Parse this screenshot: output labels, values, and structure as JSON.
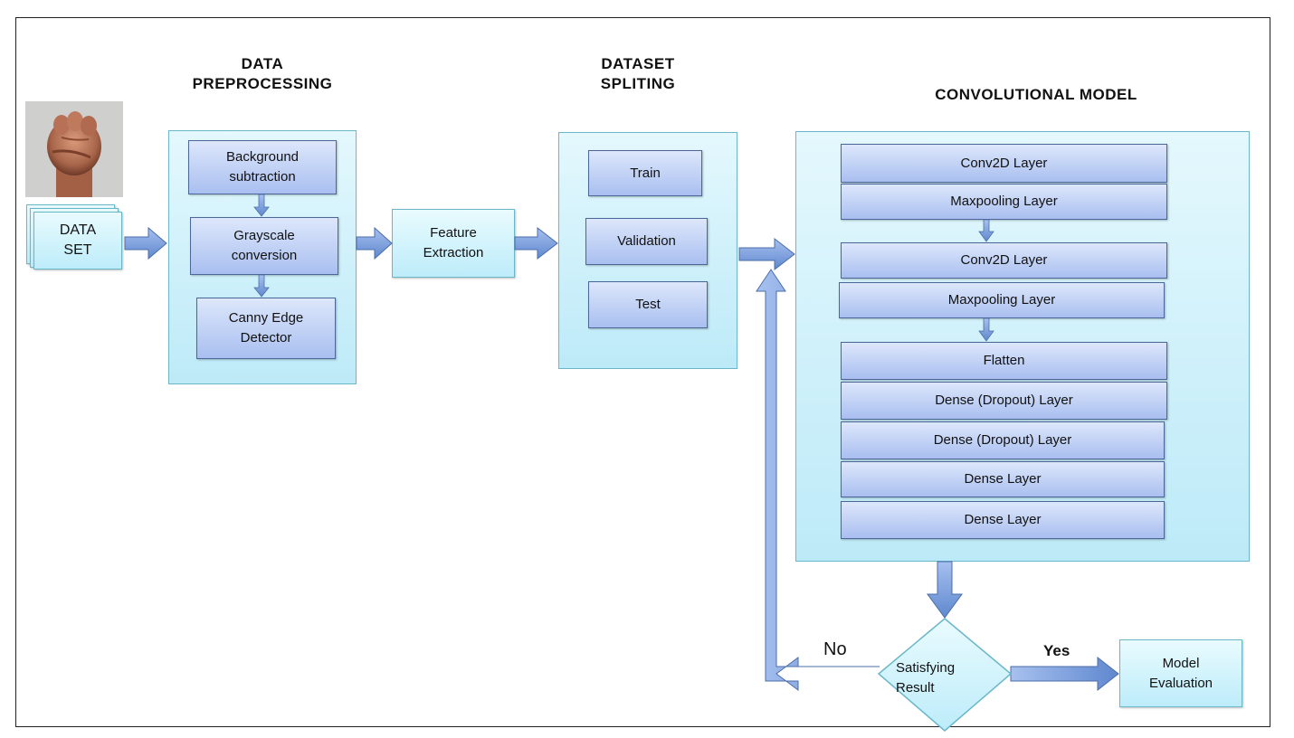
{
  "headings": {
    "preprocessing": "DATA\nPREPROCESSING",
    "splitting": "DATASET\nSPLITING",
    "model": "CONVOLUTIONAL MODEL"
  },
  "dataset_label": "DATA\nSET",
  "preprocessing_steps": [
    "Background\nsubtraction",
    "Grayscale\nconversion",
    "Canny Edge\nDetector"
  ],
  "feature_extraction": "Feature\nExtraction",
  "split_sets": [
    "Train",
    "Validation",
    "Test"
  ],
  "layers": [
    "Conv2D Layer",
    "Maxpooling Layer",
    "Conv2D Layer",
    "Maxpooling Layer",
    "Flatten",
    "Dense (Dropout) Layer",
    "Dense (Dropout) Layer",
    "Dense Layer",
    "Dense Layer"
  ],
  "decision": "Satisfying\nResult",
  "branch_no": "No",
  "branch_yes": "Yes",
  "model_evaluation": "Model\nEvaluation",
  "colors": {
    "box_blue": "#a9bff0",
    "panel_cyan": "#bdeaf8",
    "arrow": "#6f96d6"
  }
}
